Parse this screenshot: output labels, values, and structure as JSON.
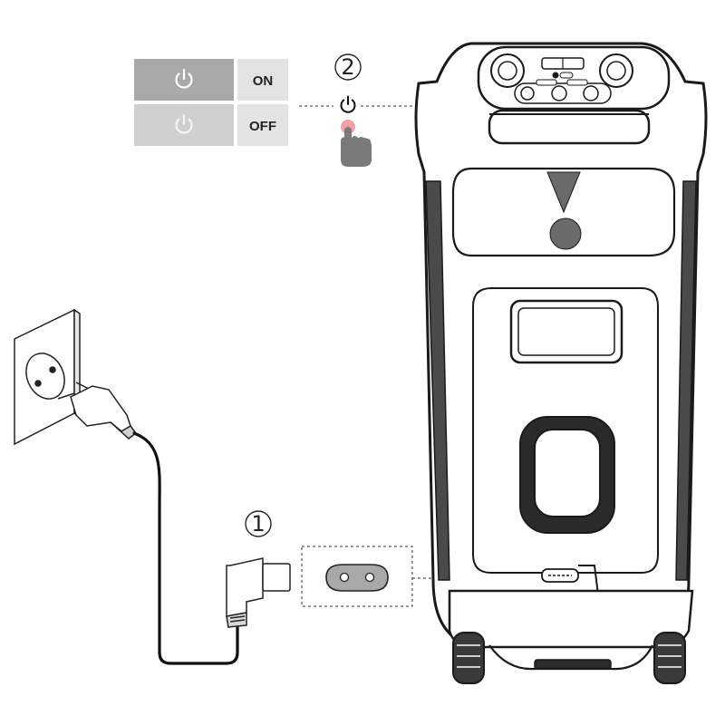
{
  "legend": {
    "on_label": "ON",
    "off_label": "OFF"
  },
  "steps": {
    "step1": "①",
    "step2": "②"
  },
  "icons": {
    "power": "power-icon",
    "tap": "finger-press-icon",
    "outlet": "wall-outlet-icon",
    "plug": "eu-plug-icon",
    "connector": "figure-8-power-connector-icon",
    "socket": "figure-8-power-socket-icon",
    "device": "party-speaker-icon"
  },
  "colors": {
    "on_tile": "#a9a9a9",
    "off_tile": "#cfcfcf",
    "text_tile": "#e3e3e3",
    "tap_dot": "#f2a0a8",
    "socket_fill": "#a8a8a8"
  }
}
